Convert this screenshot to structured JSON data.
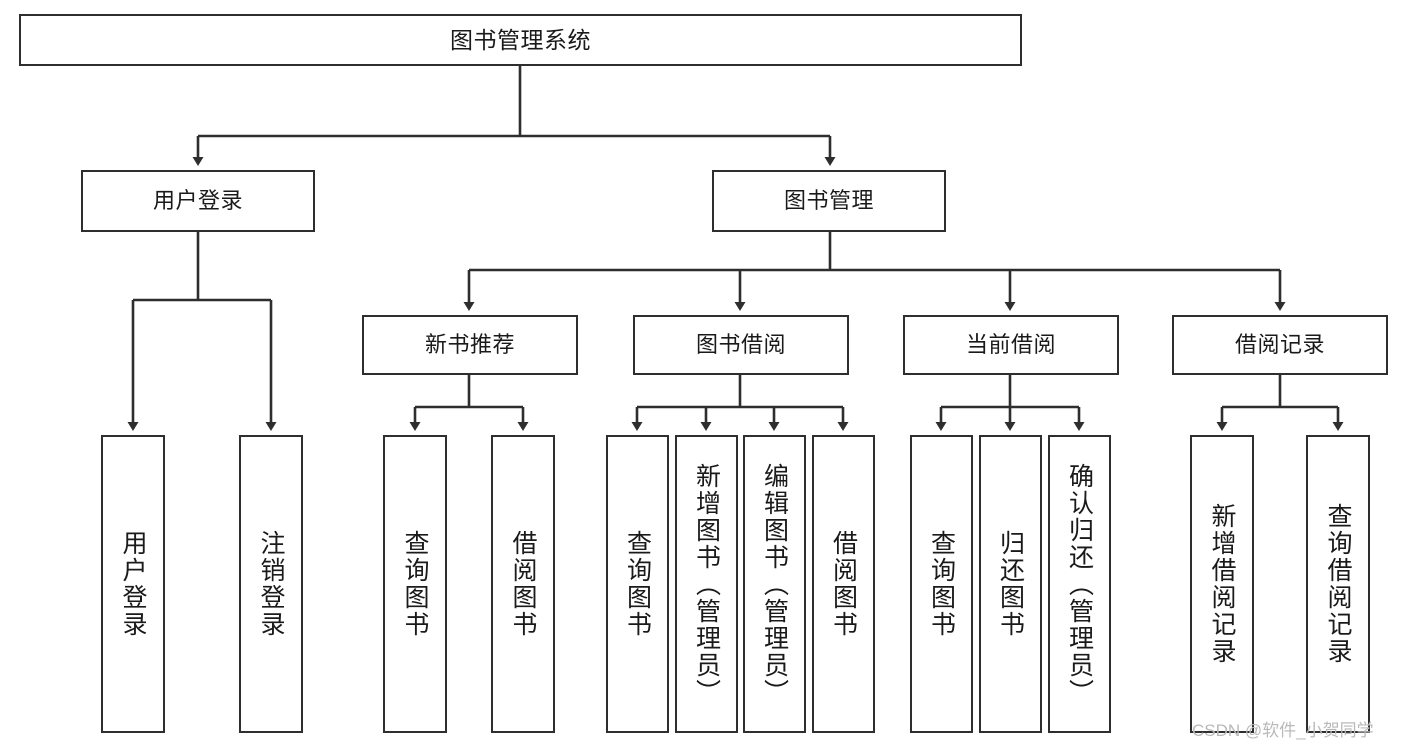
{
  "diagram": {
    "type": "tree-hierarchy",
    "title": "图书管理系统",
    "orientation": "top-down",
    "colors": {
      "box_border": "#2e2e2e",
      "box_fill": "#ffffff",
      "edge": "#2e2e2e",
      "text": "#1a1a1a",
      "watermark": "#b9b9b9",
      "background": "#ffffff"
    },
    "root": {
      "label": "图书管理系统"
    },
    "level1": [
      {
        "label": "用户登录"
      },
      {
        "label": "图书管理"
      }
    ],
    "level2": [
      {
        "label": "新书推荐"
      },
      {
        "label": "图书借阅"
      },
      {
        "label": "当前借阅"
      },
      {
        "label": "借阅记录"
      }
    ],
    "leaves": {
      "user_login": [
        {
          "label": "用户登录"
        },
        {
          "label": "注销登录"
        }
      ],
      "new_book_recommend": [
        {
          "label": "查询图书"
        },
        {
          "label": "借阅图书"
        }
      ],
      "book_borrow": [
        {
          "label": "查询图书"
        },
        {
          "label": "新增图书（管理员）"
        },
        {
          "label": "编辑图书（管理员）"
        },
        {
          "label": "借阅图书"
        }
      ],
      "current_borrow": [
        {
          "label": "查询图书"
        },
        {
          "label": "归还图书"
        },
        {
          "label": "确认归还（管理员）"
        }
      ],
      "borrow_record": [
        {
          "label": "新增借阅记录"
        },
        {
          "label": "查询借阅记录"
        }
      ]
    }
  },
  "watermark": {
    "text": "CSDN @软件_小贺同学"
  }
}
